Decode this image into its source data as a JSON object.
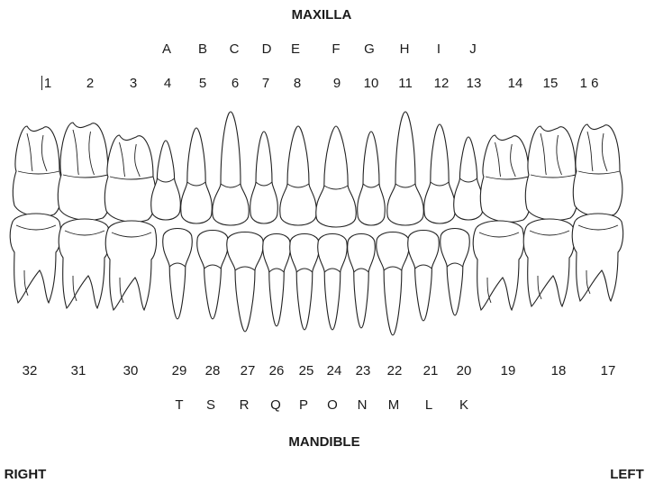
{
  "titles": {
    "top": "MAXILLA",
    "bottom": "MANDIBLE",
    "left_side": "RIGHT",
    "right_side": "LEFT"
  },
  "upper_letters": [
    "A",
    "B",
    "C",
    "D",
    "E",
    "F",
    "G",
    "H",
    "I",
    "J"
  ],
  "upper_numbers": [
    "1",
    "2",
    "3",
    "4",
    "5",
    "6",
    "7",
    "8",
    "9",
    "10",
    "11",
    "12",
    "13",
    "14",
    "15",
    "1 6"
  ],
  "lower_numbers": [
    "32",
    "31",
    "30",
    "29",
    "28",
    "27",
    "26",
    "25",
    "24",
    "23",
    "22",
    "21",
    "20",
    "19",
    "18",
    "17"
  ],
  "lower_letters": [
    "T",
    "S",
    "R",
    "Q",
    "P",
    "O",
    "N",
    "M",
    "L",
    "K"
  ],
  "colors": {
    "line": "#222222",
    "text": "#1a1a1a",
    "background": "#ffffff"
  }
}
